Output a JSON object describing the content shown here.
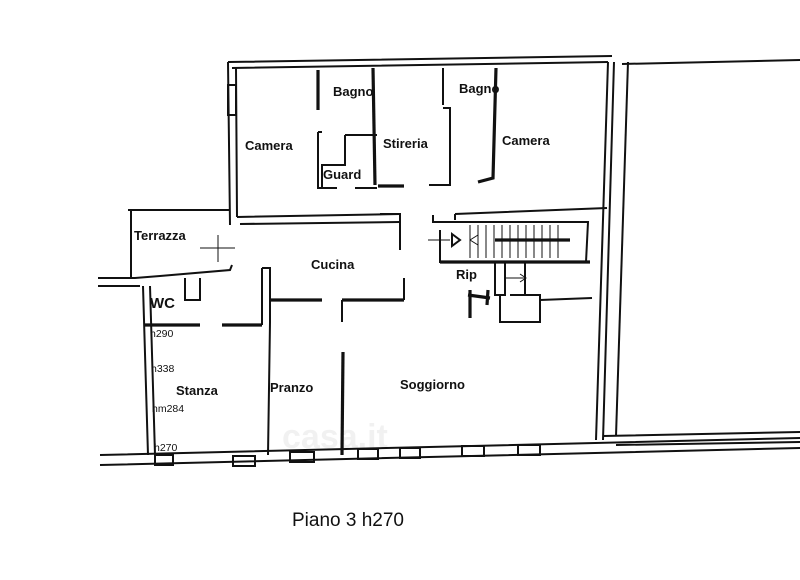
{
  "plan": {
    "title": "Piano 3 h270",
    "watermark": "casa.it",
    "rooms": {
      "camera_left": "Camera",
      "bagno_left": "Bagno",
      "guard": "Guard",
      "stireria": "Stireria",
      "bagno_right": "Bagno",
      "camera_right": "Camera",
      "terrazza": "Terrazza",
      "cucina": "Cucina",
      "rip": "Rip",
      "wc": "WC",
      "stanza": "Stanza",
      "pranzo": "Pranzo",
      "soggiorno": "Soggiorno"
    },
    "heights": {
      "h290": "h290",
      "h338": "h338",
      "hm284": "hm284",
      "h270": "h270"
    }
  }
}
